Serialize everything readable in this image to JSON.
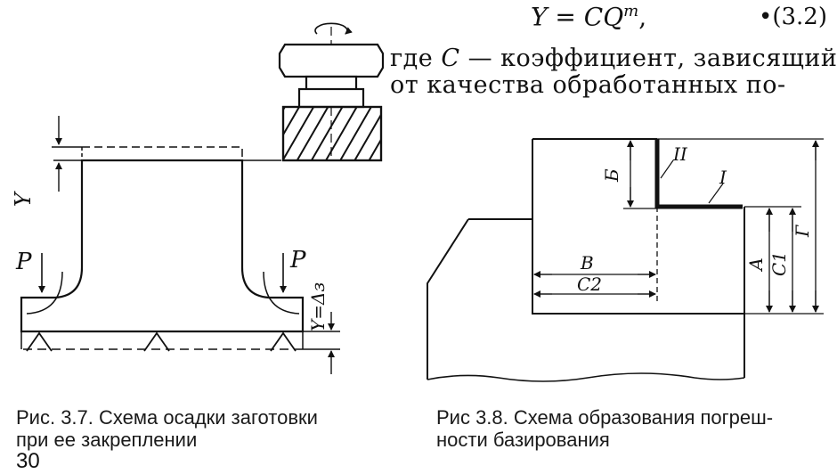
{
  "formula": {
    "y": "Y",
    "eq": " = ",
    "c": "C",
    "q": "Q",
    "m": "m",
    "comma": ",",
    "number": "•(3.2)"
  },
  "text": {
    "line1_c": "C",
    "line1_rest": " — коэффициент, зависящий",
    "line1_prefix": "где ",
    "line2": "от   качества   обработанных   по-"
  },
  "fig37": {
    "label_Y": "Y",
    "label_P_left": "P",
    "label_P_right": "P",
    "label_Y_delta": "Y=Δз",
    "caption_line1": "Рис. 3.7. Схема осадки  заготовки",
    "caption_line2": "при ее закреплении"
  },
  "fig38": {
    "label_B_upper": "Б",
    "label_II": "II",
    "label_I": "I",
    "label_V": "В",
    "label_C2": "C2",
    "label_A": "А",
    "label_C1": "C1",
    "label_G": "Г",
    "caption_line1": "Рис  3.8. Схема образования погреш-",
    "caption_line2": "ности базирования"
  },
  "page_number": "30"
}
